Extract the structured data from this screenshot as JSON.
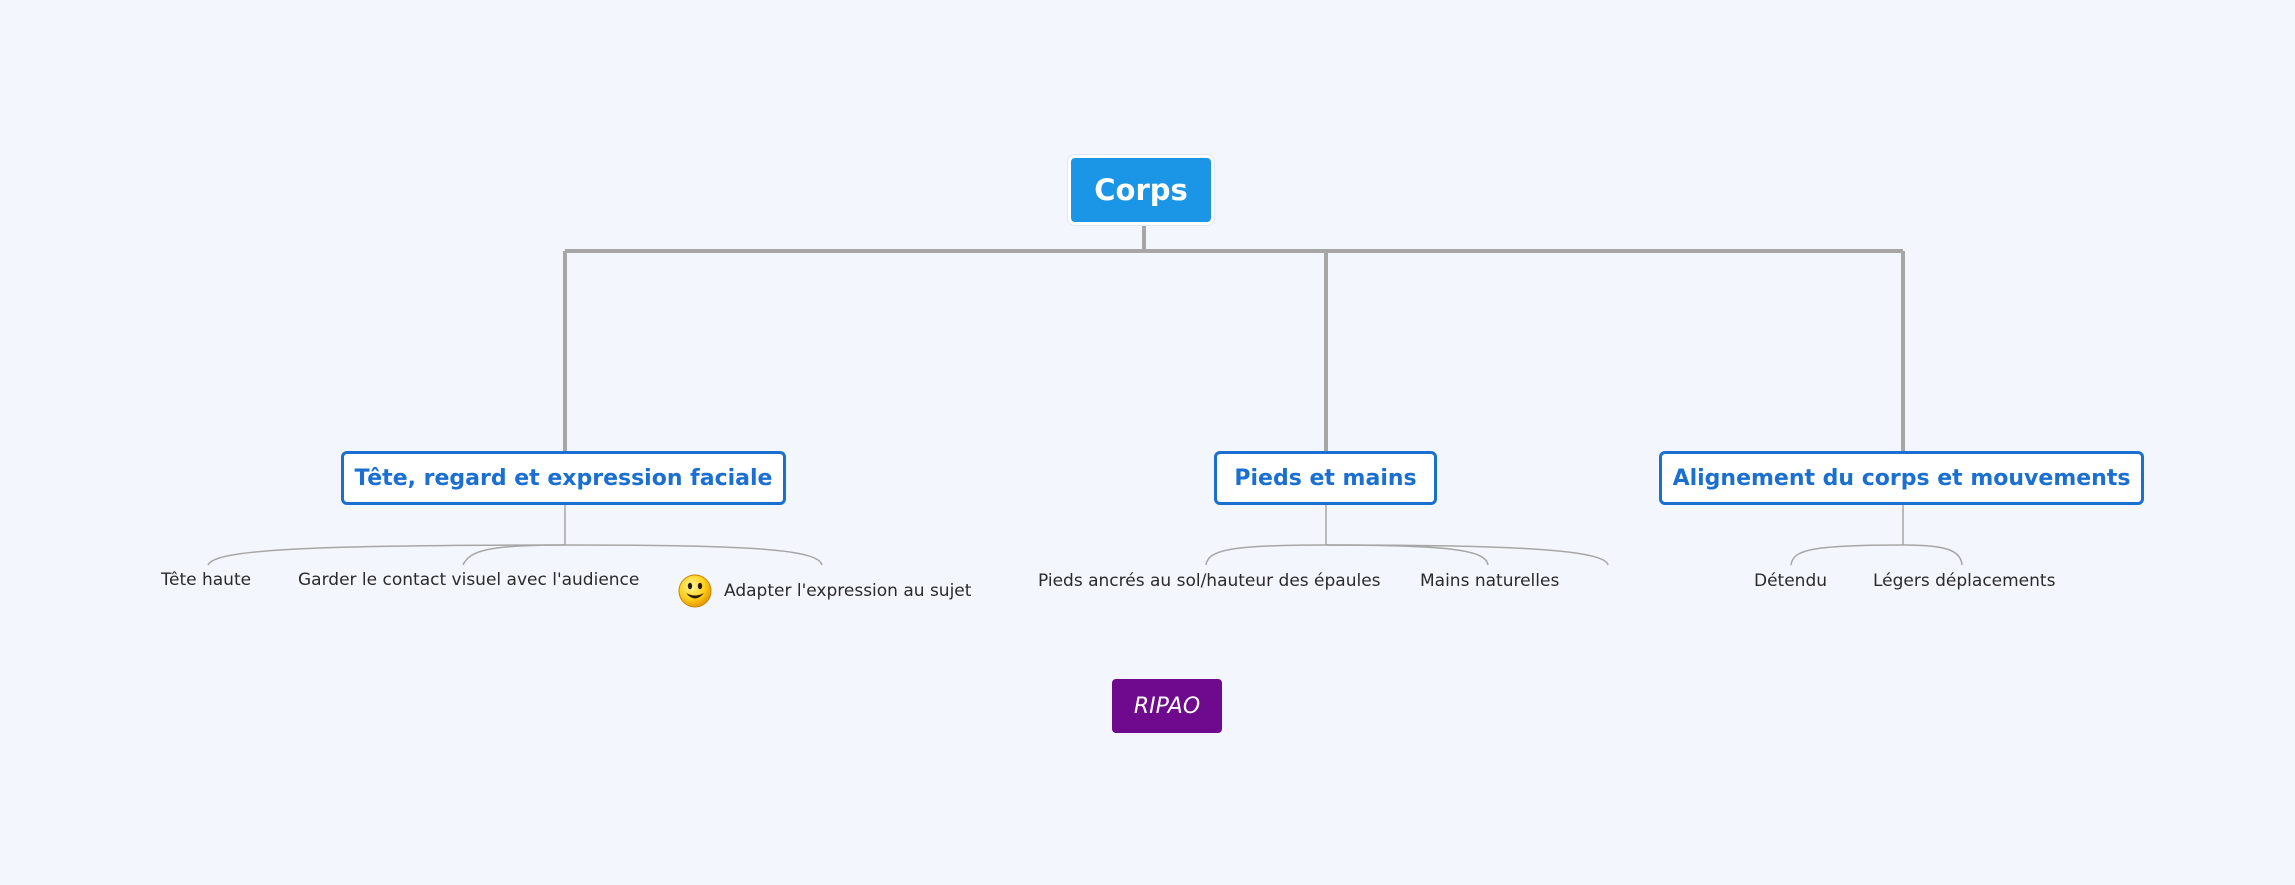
{
  "root": {
    "label": "Corps",
    "color": "#1b96e6"
  },
  "branches": [
    {
      "label": "Tête, regard et expression faciale",
      "color": "#1a6fd0",
      "leaves": [
        {
          "label": "Tête haute"
        },
        {
          "label": "Garder le contact visuel avec l'audience"
        },
        {
          "label": "Adapter l'expression au sujet",
          "icon": "smiley-icon"
        }
      ]
    },
    {
      "label": "Pieds et mains",
      "color": "#1a6fd0",
      "leaves": [
        {
          "label": "Pieds ancrés au sol/hauteur des épaules"
        },
        {
          "label": "Mains naturelles"
        }
      ]
    },
    {
      "label": "Alignement du corps et mouvements",
      "color": "#1a6fd0",
      "leaves": [
        {
          "label": "Détendu"
        },
        {
          "label": "Légers déplacements"
        }
      ]
    }
  ],
  "floating_topic": {
    "label": "RIPAO",
    "color": "#6f0a8f"
  },
  "connector_color": "#a6a6a6"
}
